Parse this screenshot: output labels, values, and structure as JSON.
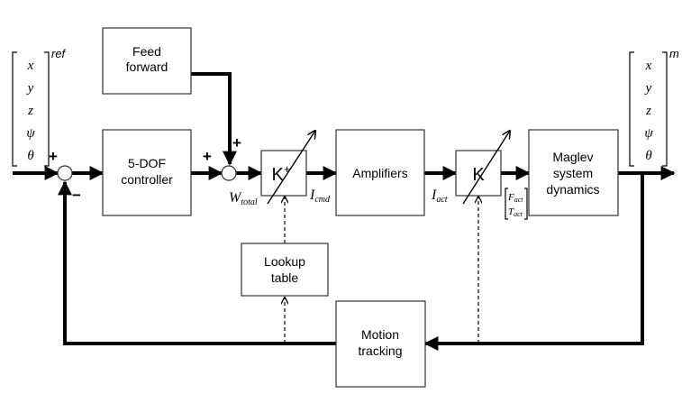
{
  "blocks": {
    "feed_forward": [
      "Feed",
      "forward"
    ],
    "controller": [
      "5-DOF",
      "controller"
    ],
    "kplus": {
      "base": "K",
      "sup": "+"
    },
    "amplifiers": "Amplifiers",
    "k": "K",
    "maglev": [
      "Maglev",
      "system",
      "dynamics"
    ],
    "lookup": [
      "Lookup",
      "table"
    ],
    "motion": [
      "Motion",
      "tracking"
    ]
  },
  "signals": {
    "w_total": {
      "base": "W",
      "sub": "total"
    },
    "i_cmd": {
      "base": "I",
      "sub": "cmd"
    },
    "i_act": {
      "base": "I",
      "sub": "act"
    },
    "f_act": {
      "base": "F",
      "sub": "act"
    },
    "t_act": {
      "base": "T",
      "sub": "act"
    }
  },
  "input_vector": {
    "entries": [
      "x",
      "y",
      "z",
      "ψ",
      "θ"
    ],
    "superscript": "ref"
  },
  "output_vector": {
    "entries": [
      "x",
      "y",
      "z",
      "ψ",
      "θ"
    ],
    "superscript": "m"
  },
  "signs": {
    "sum1_plus": "+",
    "sum1_minus": "−",
    "sum2_plus_left": "+",
    "sum2_plus_top": "+"
  }
}
